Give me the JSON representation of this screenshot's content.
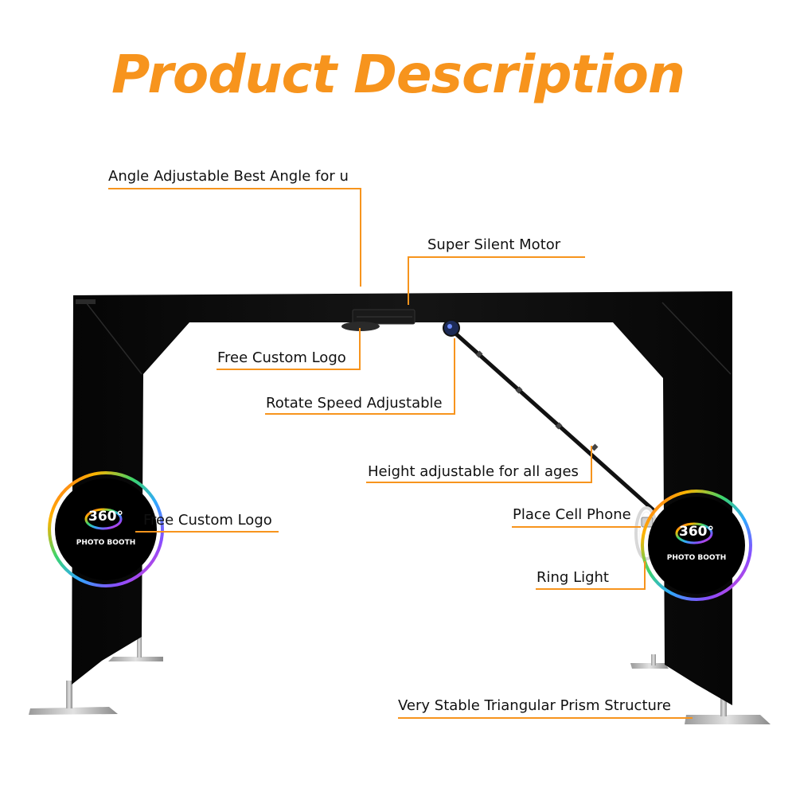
{
  "title": "Product Description",
  "accent_color": "#F7941D",
  "labels": {
    "angle": "Angle Adjustable Best Angle for u",
    "motor": "Super Silent Motor",
    "logo_top": "Free Custom Logo",
    "rotate": "Rotate Speed Adjustable",
    "height": "Height adjustable for all ages",
    "logo_left": "Free Custom Logo",
    "phone": "Place Cell Phone",
    "ring": "Ring Light",
    "stable": "Very Stable Triangular Prism Structure"
  },
  "badge": {
    "number": "360°",
    "text": "PHOTO BOOTH"
  }
}
